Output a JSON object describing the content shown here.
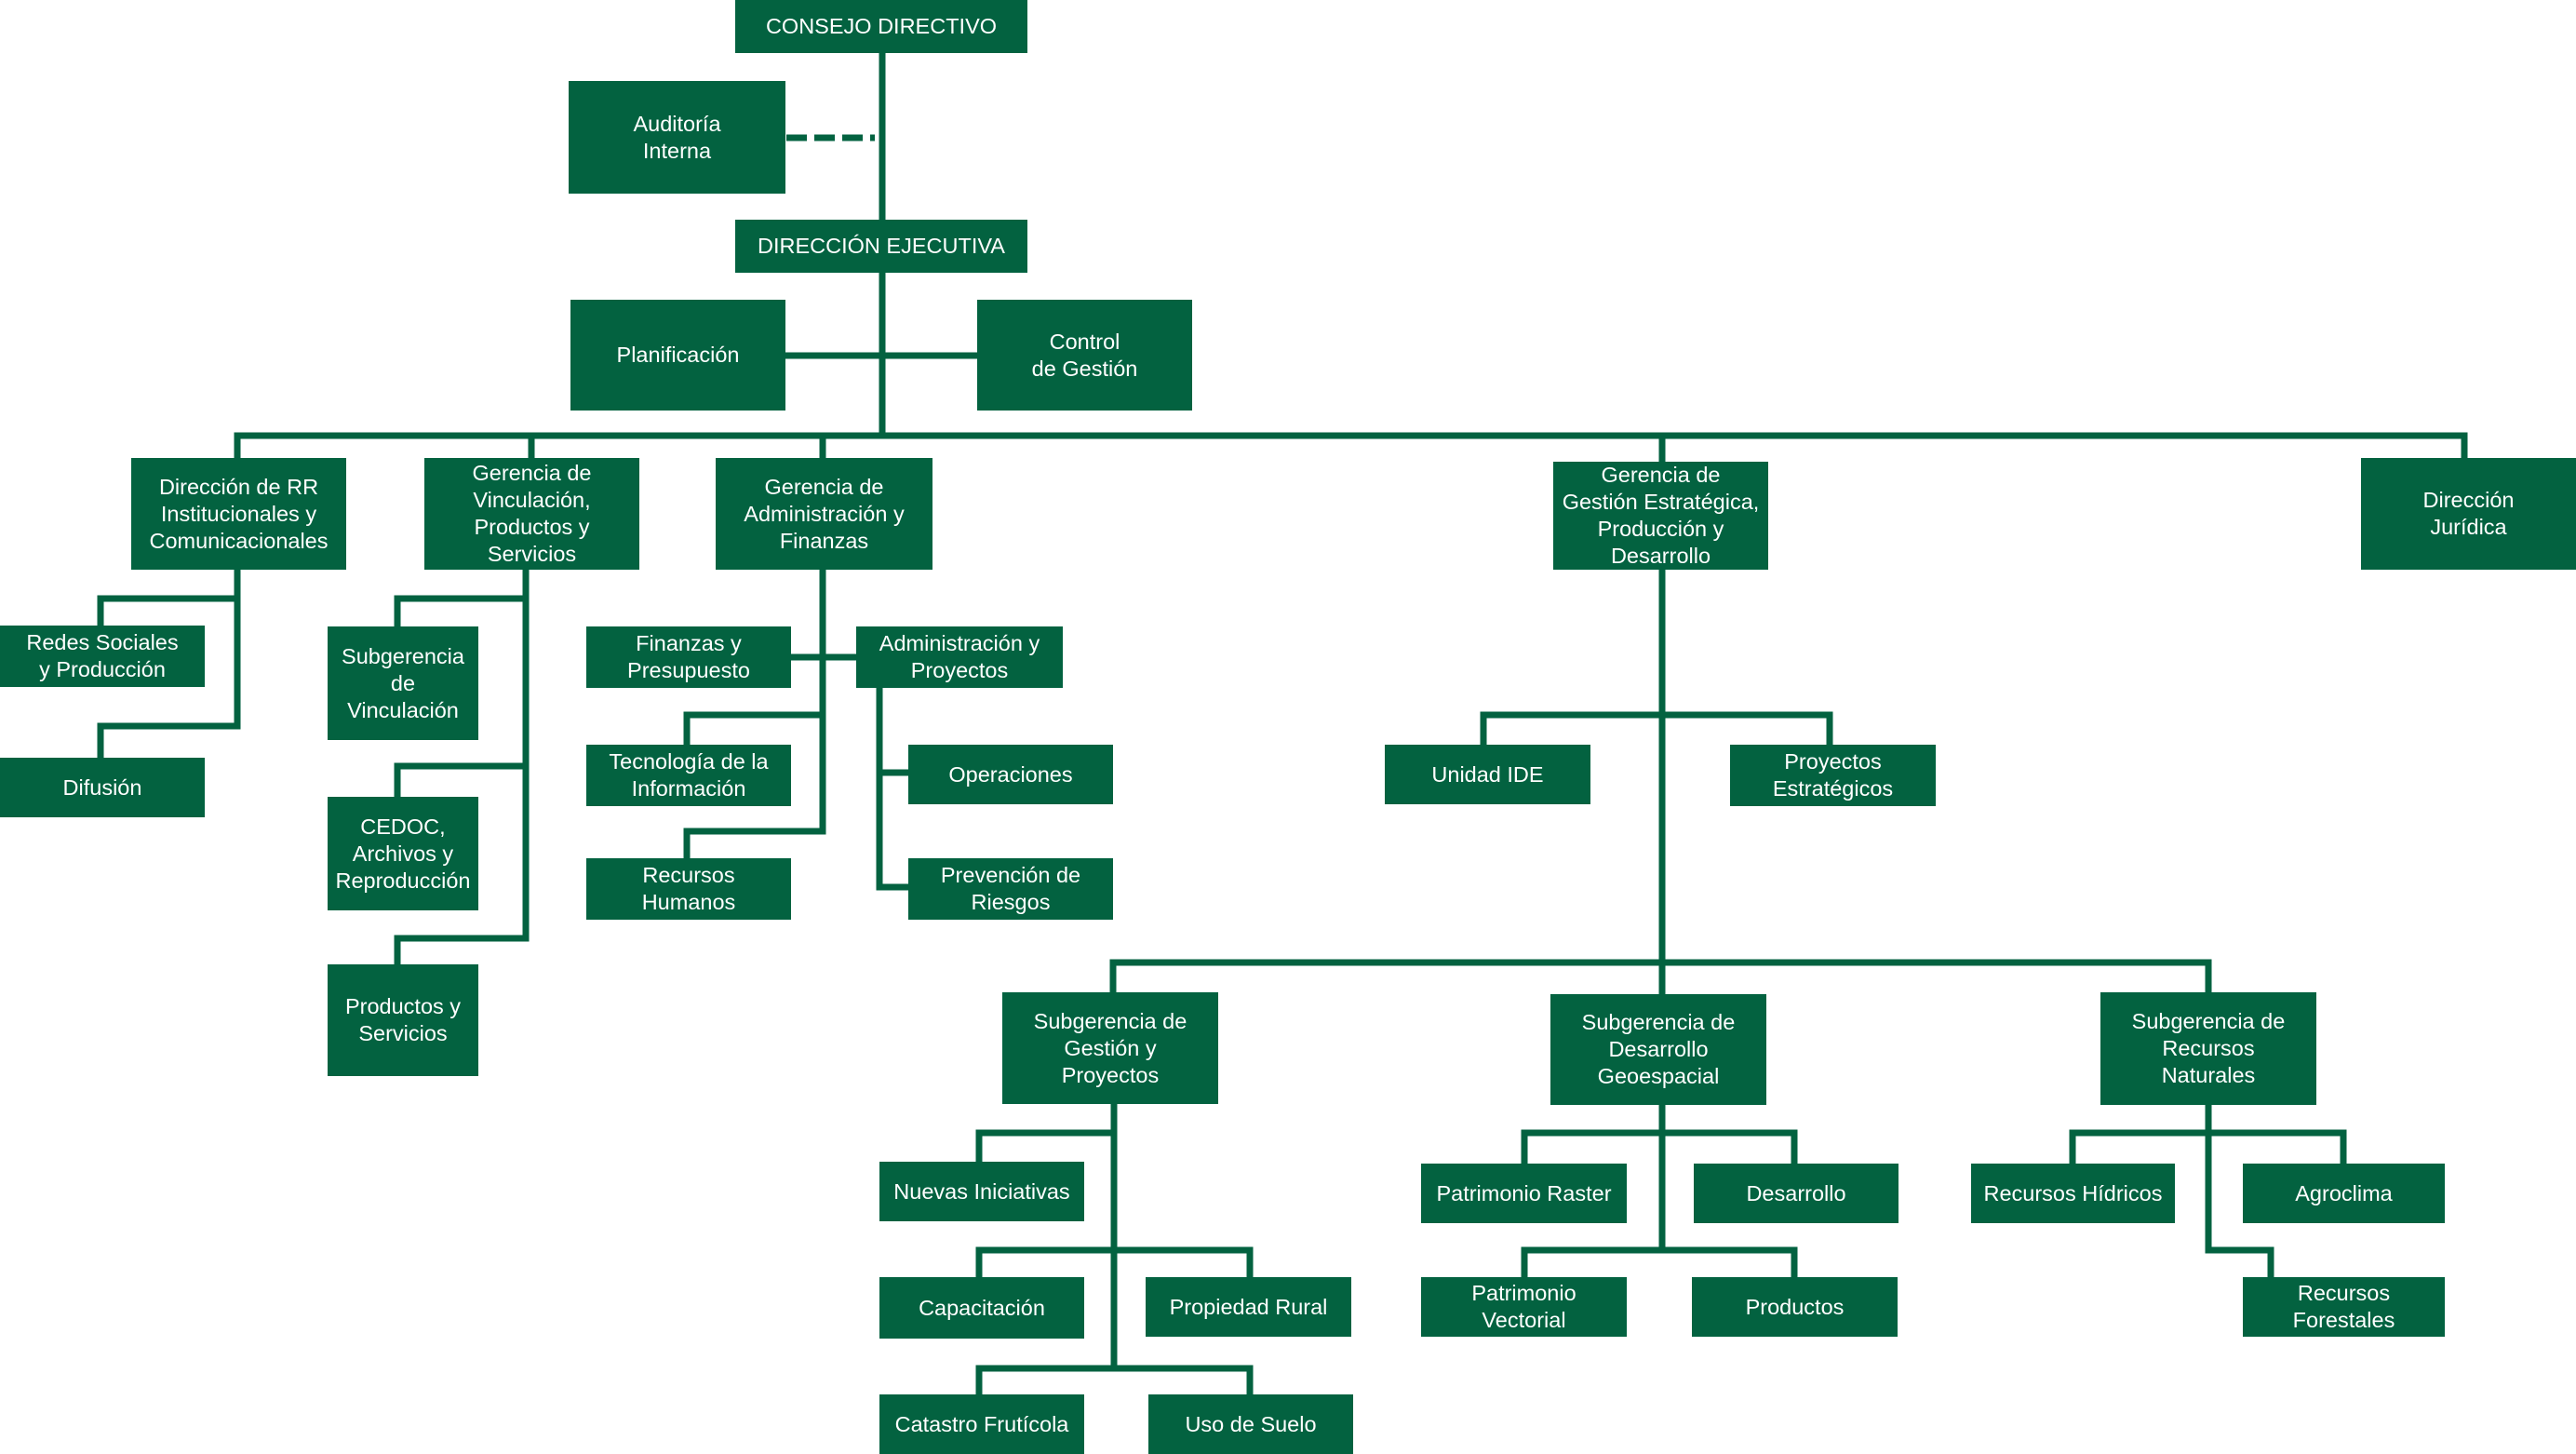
{
  "colors": {
    "box_fill": "#036240",
    "box_text": "#ffffff",
    "connector": "#036240",
    "background": "#ffffff"
  },
  "nodes": {
    "consejo": "CONSEJO DIRECTIVO",
    "auditoria": "Auditoría\nInterna",
    "direccion_ejecutiva": "DIRECCIÓN EJECUTIVA",
    "planificacion": "Planificación",
    "control_gestion": "Control\nde Gestión",
    "dir_rr": "Dirección de RR\nInstitucionales y\nComunicacionales",
    "ger_vinculacion": "Gerencia de\nVinculación,\nProductos y\nServicios",
    "ger_administracion": "Gerencia de\nAdministración y\nFinanzas",
    "ger_gestion_estrategica": "Gerencia de\nGestión Estratégica,\nProducción y\nDesarrollo",
    "dir_juridica": "Dirección\nJurídica",
    "redes_sociales": "Redes Sociales\ny Producción",
    "difusion": "Difusión",
    "subg_vinculacion": "Subgerencia\nde\nVinculación",
    "cedoc": "CEDOC,\nArchivos y\nReproducción",
    "productos_servicios": "Productos y\nServicios",
    "finanzas_presupuesto": "Finanzas y\nPresupuesto",
    "tecnologia_info": "Tecnología de la\nInformación",
    "recursos_humanos": "Recursos\nHumanos",
    "admin_proyectos": "Administración y\nProyectos",
    "operaciones": "Operaciones",
    "prevencion_riesgos": "Prevención de\nRiesgos",
    "unidad_ide": "Unidad IDE",
    "proyectos_estrategicos": "Proyectos\nEstratégicos",
    "subg_gestion_proyectos": "Subgerencia de\nGestión y\nProyectos",
    "subg_desarrollo_geoespacial": "Subgerencia de\nDesarrollo\nGeoespacial",
    "subg_recursos_naturales": "Subgerencia de\nRecursos\nNaturales",
    "nuevas_iniciativas": "Nuevas Iniciativas",
    "capacitacion": "Capacitación",
    "propiedad_rural": "Propiedad Rural",
    "catastro_fruticola": "Catastro Frutícola",
    "uso_suelo": "Uso de Suelo",
    "patrimonio_raster": "Patrimonio Raster",
    "desarrollo": "Desarrollo",
    "patrimonio_vectorial": "Patrimonio\nVectorial",
    "productos": "Productos",
    "recursos_hidricos": "Recursos Hídricos",
    "agroclima": "Agroclima",
    "recursos_forestales": "Recursos Forestales"
  }
}
